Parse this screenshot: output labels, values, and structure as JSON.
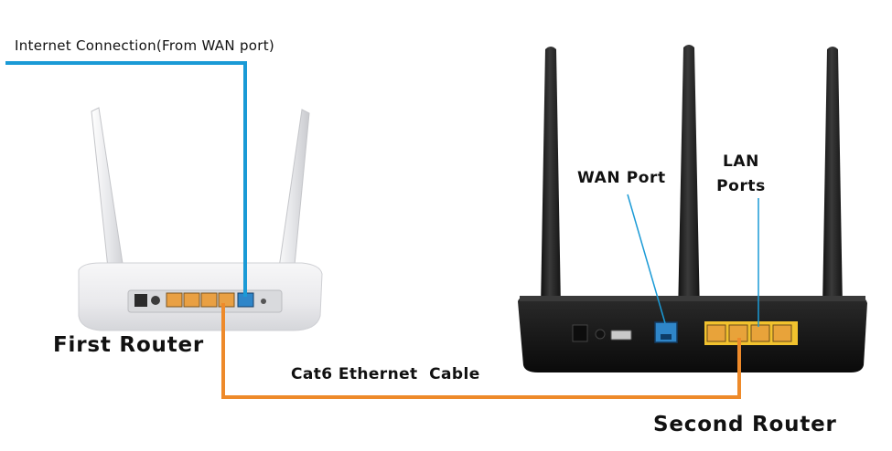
{
  "labels": {
    "internet_connection": "Internet Connection(From WAN port)",
    "first_router": "First Router",
    "cat6_cable": "Cat6 Ethernet  Cable",
    "wan_port": "WAN Port",
    "lan_ports_line1": "LAN",
    "lan_ports_line2": "Ports",
    "second_router": "Second Router"
  },
  "colors": {
    "internet_line": "#1a9ad6",
    "ethernet_cable": "#ee8a2a",
    "first_router_body": "#f2f2f4",
    "second_router_body": "#1c1c1c",
    "lan_port": "#e8a33a",
    "wan_port": "#2f86c9"
  }
}
